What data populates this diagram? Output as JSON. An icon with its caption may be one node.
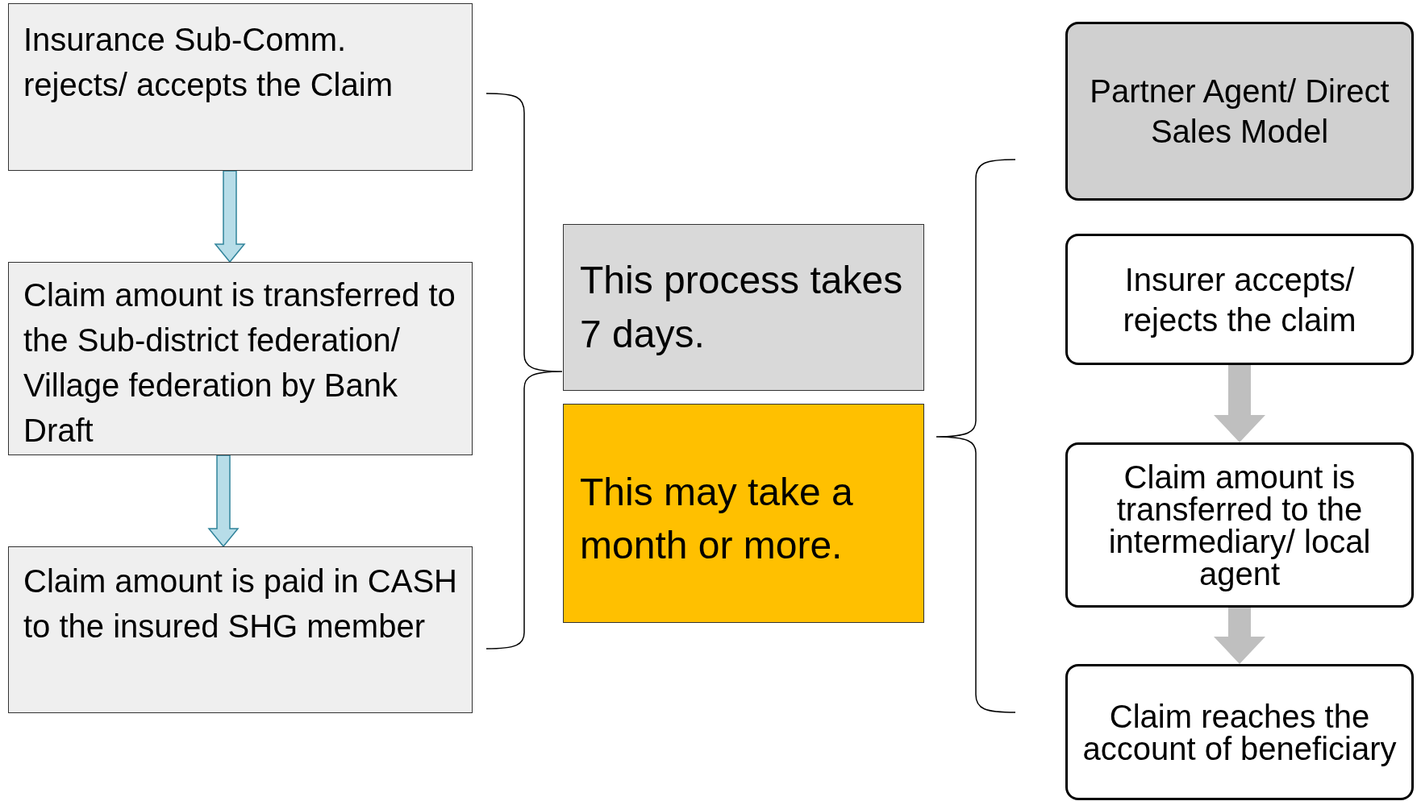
{
  "diagram": {
    "nodes": [
      {
        "text": [
          "Insurance  Sub-Comm. rejects/ accepts the Claim"
        ]
      },
      {
        "text": [
          "Claim amount is transferred to the Sub-district federation/ Village federation by Bank Draft"
        ]
      },
      {
        "text": [
          "Claim amount is paid in CASH to the insured SHG member"
        ]
      },
      {
        "text": [
          "This process takes 7 days."
        ]
      },
      {
        "text": [
          "This may take a month or more."
        ]
      },
      {
        "text": [
          "Partner Agent/ Direct Sales Model"
        ]
      },
      {
        "text": [
          "Insurer accepts/ rejects the claim"
        ]
      },
      {
        "text": [
          "Claim amount is transferred to the intermediary/ local agent"
        ]
      },
      {
        "text": [
          "Claim reaches the account of beneficiary"
        ]
      }
    ],
    "edges": [
      {
        "from": 0,
        "to": 1,
        "arrow": "to"
      },
      {
        "from": 1,
        "to": 2,
        "arrow": "to"
      },
      {
        "from": 6,
        "to": 7,
        "arrow": "to",
        "color": "#bfbfbf"
      },
      {
        "from": 7,
        "to": 8,
        "arrow": "to",
        "color": "#bfbfbf"
      }
    ]
  }
}
